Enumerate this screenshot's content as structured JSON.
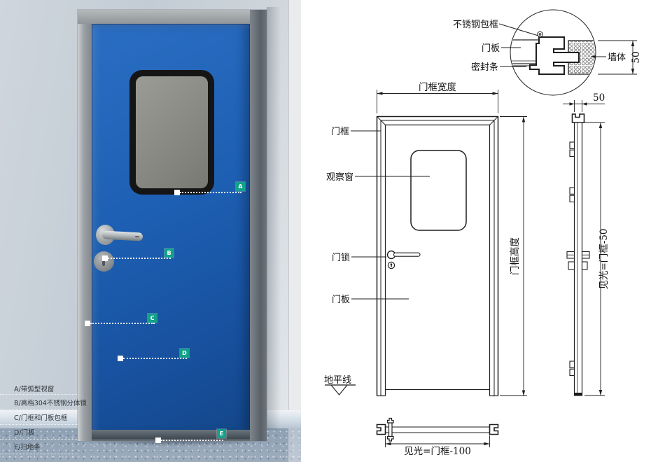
{
  "scene": {
    "markers": [
      {
        "letter": "A"
      },
      {
        "letter": "B"
      },
      {
        "letter": "C"
      },
      {
        "letter": "D"
      },
      {
        "letter": "E"
      }
    ],
    "legend": [
      {
        "label": "A/带弧型视窗"
      },
      {
        "label": "B/高档304不锈钢分体锁"
      },
      {
        "label": "C/门框和门板包框"
      },
      {
        "label": "D/门板"
      },
      {
        "label": "E/扫地条"
      }
    ]
  },
  "drawing": {
    "detail": {
      "stainless_wrap_label": "不锈钢包框",
      "door_panel_label": "门板",
      "seal_strip_label": "密封条",
      "wall_label": "墙体",
      "wall_thickness_dim": "50"
    },
    "elevation": {
      "frame_width_dim": "门框宽度",
      "frame_label": "门框",
      "window_label": "观察窗",
      "lock_label": "门锁",
      "panel_label": "门板",
      "frame_height_dim": "门框高度",
      "ground_line_label": "地平线",
      "clear_width_dim": "见光=门框-100"
    },
    "side_view": {
      "thickness_dim": "50",
      "clear_height_dim": "见光=门框-50"
    }
  },
  "colors": {
    "door_blue": "#1d5fb2",
    "marker_teal": "#12a189",
    "frame_grey": "#8d9397",
    "drawing_line": "#1f1f1f"
  }
}
